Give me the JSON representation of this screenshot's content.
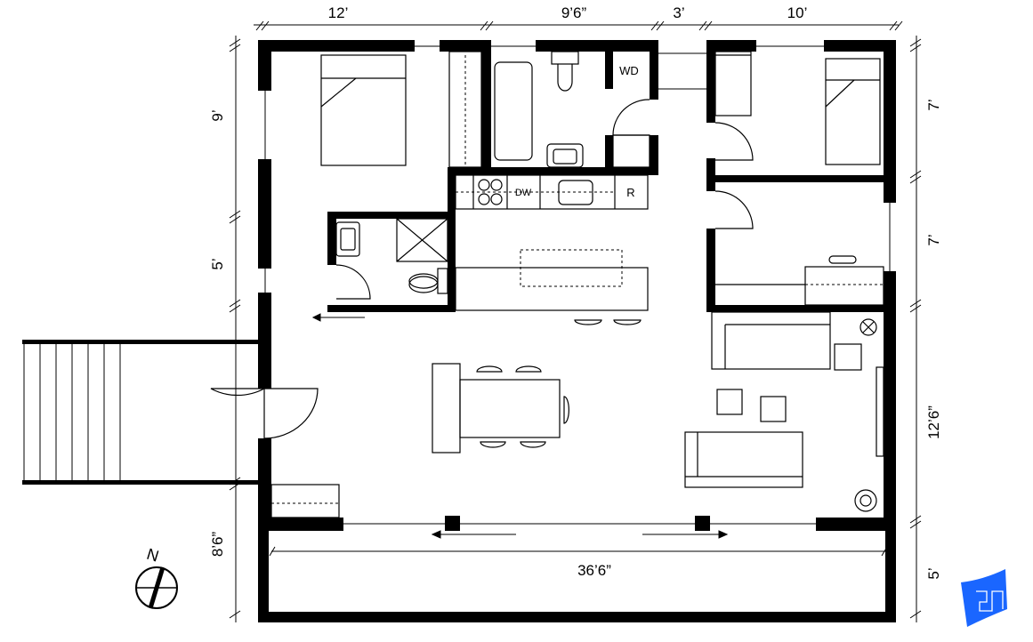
{
  "plan": {
    "dimensions_top": [
      "12’",
      "9’6”",
      "3’",
      "10’"
    ],
    "dimensions_left": [
      "9’",
      "5’",
      "8’6”"
    ],
    "dimensions_right": [
      "7’",
      "7’",
      "12’6”",
      "5’"
    ],
    "overall_width": "36’6”",
    "labels": {
      "washer_dryer": "WD",
      "dishwasher": "DW",
      "refrigerator": "R",
      "north": "N"
    }
  },
  "colors": {
    "wall": "#000000",
    "logo": "#1a66ff"
  }
}
